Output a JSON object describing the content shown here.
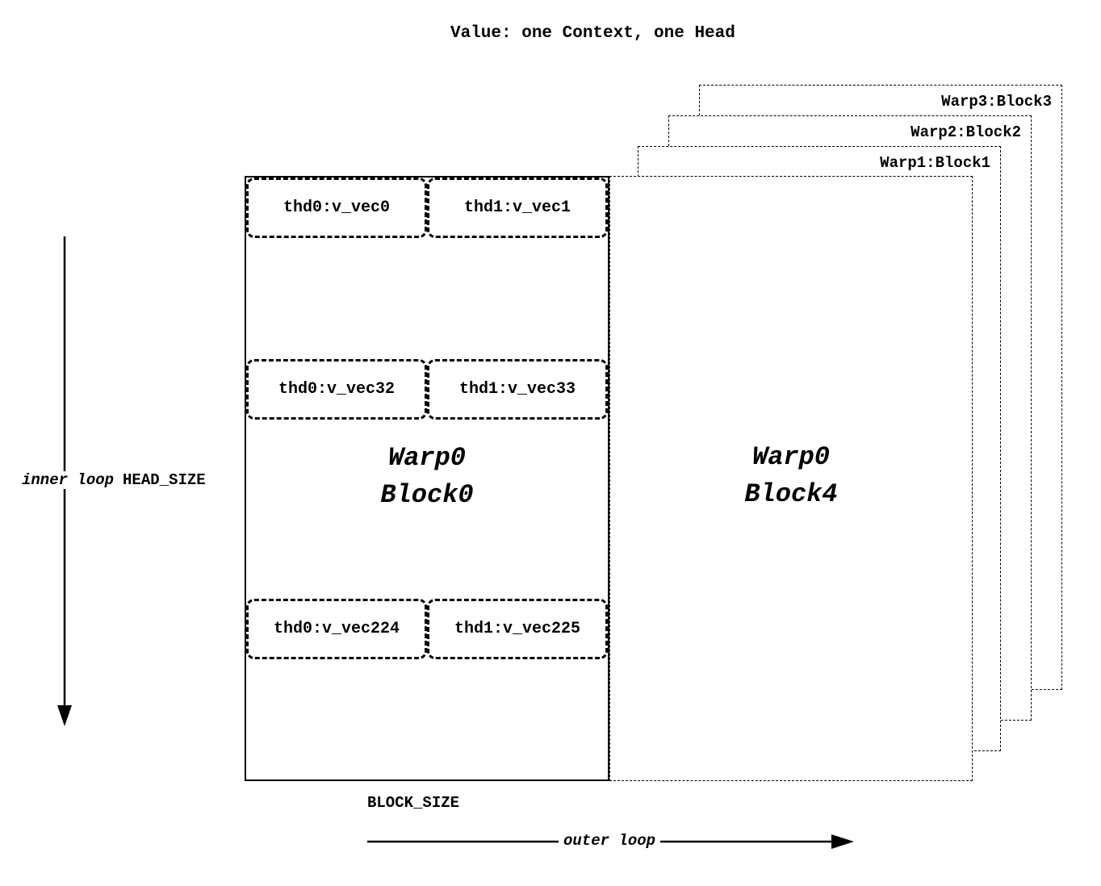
{
  "title": "Value: one Context, one Head",
  "colors": {
    "ink": "#000000",
    "background": "#ffffff"
  },
  "block0": {
    "label_top": "Warp0",
    "label_bottom": "Block0",
    "rows": [
      {
        "left": "thd0:v_vec0",
        "right": "thd1:v_vec1"
      },
      {
        "left": "thd0:v_vec32",
        "right": "thd1:v_vec33"
      },
      {
        "left": "thd0:v_vec224",
        "right": "thd1:v_vec225"
      }
    ]
  },
  "block4": {
    "label_top": "Warp0",
    "label_bottom": "Block4"
  },
  "stacked_blocks": [
    {
      "label": "Warp1:Block1"
    },
    {
      "label": "Warp2:Block2"
    },
    {
      "label": "Warp3:Block3"
    }
  ],
  "axes": {
    "inner_loop_label": "inner loop",
    "inner_loop_size": "HEAD_SIZE",
    "block_size_label": "BLOCK_SIZE",
    "outer_loop_label": "outer loop"
  }
}
